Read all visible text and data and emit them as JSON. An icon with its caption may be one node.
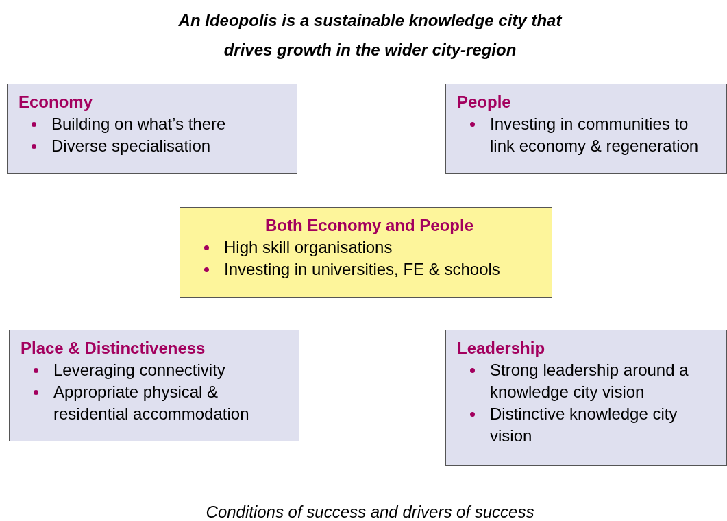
{
  "diagram": {
    "title": "An Ideopolis is a sustainable knowledge city that drives growth in the wider city-region",
    "caption": "Conditions of success and drivers of success",
    "nodes": [
      {
        "text": [
          "Economy",
          "Building on what’s there",
          "Diverse specialisation"
        ]
      },
      {
        "text": [
          "People",
          "Investing in communities to link economy & regeneration"
        ]
      },
      {
        "text": [
          "Both Economy and People",
          "High skill organisations",
          "Investing in universities, FE & schools"
        ]
      },
      {
        "text": [
          "Place & Distinctiveness",
          "Leveraging connectivity",
          "Appropriate physical & residential accommodation"
        ]
      },
      {
        "text": [
          "Leadership",
          "Strong leadership around a knowledge city vision",
          "Distinctive knowledge city vision"
        ]
      }
    ],
    "edges": []
  }
}
